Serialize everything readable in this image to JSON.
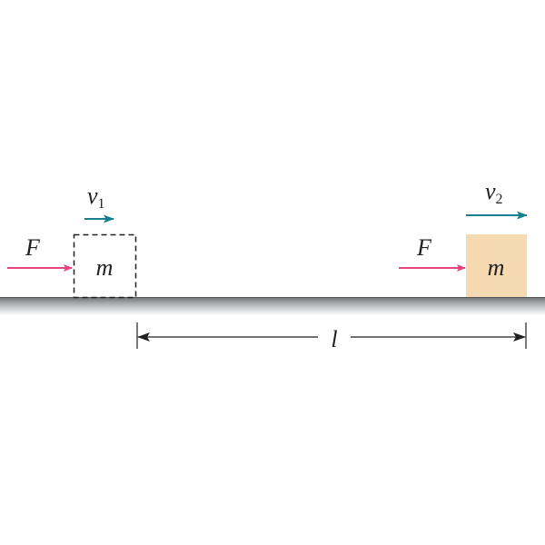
{
  "labels": {
    "force_initial": "F",
    "force_final": "F",
    "velocity_initial": "v",
    "velocity_initial_sub": "1",
    "velocity_final": "v",
    "velocity_final_sub": "2",
    "mass_initial": "m",
    "mass_final": "m",
    "distance": "l"
  },
  "colors": {
    "force_arrow": "#e8457a",
    "velocity_arrow": "#17808f",
    "block_fill": "#f5d9b0",
    "ground": "#8f9194"
  }
}
